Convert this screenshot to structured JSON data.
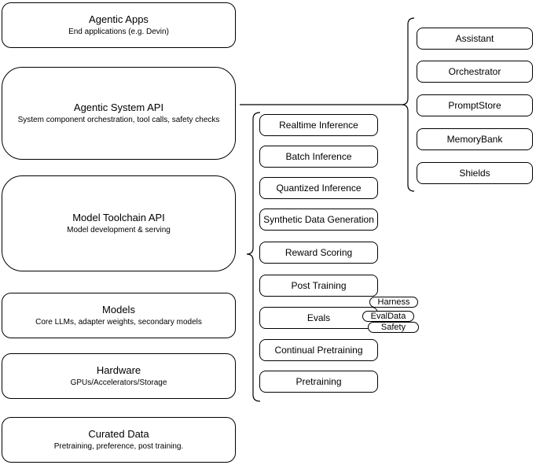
{
  "diagram": {
    "left_column": [
      {
        "title": "Agentic Apps",
        "subtitle": "End applications (e.g. Devin)"
      },
      {
        "title": "Agentic System API",
        "subtitle": "System component orchestration, tool calls, safety checks"
      },
      {
        "title": "Model Toolchain API",
        "subtitle": "Model development & serving"
      },
      {
        "title": "Models",
        "subtitle": "Core LLMs, adapter weights, secondary models"
      },
      {
        "title": "Hardware",
        "subtitle": "GPUs/Accelerators/Storage"
      },
      {
        "title": "Curated Data",
        "subtitle": "Pretraining, preference, post training."
      }
    ],
    "middle_column": [
      "Realtime Inference",
      "Batch Inference",
      "Quantized Inference",
      "Synthetic Data Generation",
      "Reward Scoring",
      "Post Training",
      "Evals",
      "Continual Pretraining",
      "Pretraining"
    ],
    "eval_tags": [
      "Harness",
      "EvalData",
      "Safety"
    ],
    "right_column": [
      "Assistant",
      "Orchestrator",
      "PromptStore",
      "MemoryBank",
      "Shields"
    ],
    "colors": {
      "stroke": "#000000",
      "fill": "#ffffff",
      "background": "#ffffff",
      "text": "#000000"
    }
  }
}
